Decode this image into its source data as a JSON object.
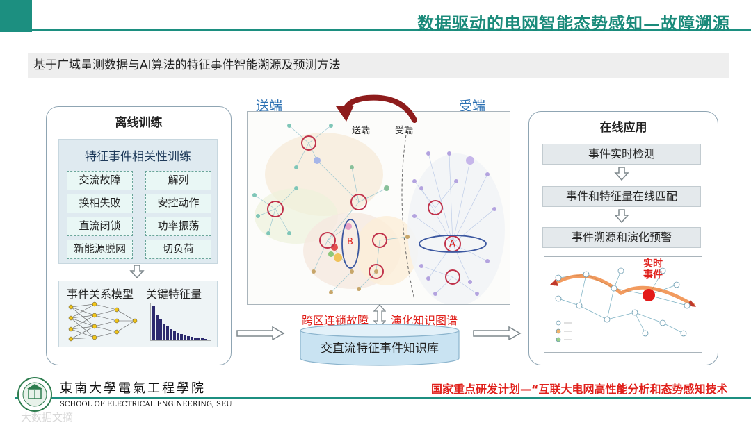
{
  "header": {
    "title": "数据驱动的电网智能态势感知—故障溯源",
    "subtitle": "基于广域量测数据与AI算法的特征事件智能溯源及预测方法"
  },
  "offline": {
    "title": "离线训练",
    "feature_title": "特征事件相关性训练",
    "tags": [
      "交流故障",
      "解列",
      "换相失败",
      "安控动作",
      "直流闭锁",
      "功率振荡",
      "新能源脱网",
      "切负荷"
    ],
    "model_label": "事件关系模型",
    "key_label": "关键特征量"
  },
  "center": {
    "send_label": "送端",
    "recv_label": "受端",
    "send_small": "送端",
    "recv_small": "受端",
    "cluster_a": "A",
    "cluster_b": "B",
    "cascade_label": "跨区连锁故障",
    "knowledge_graph_label": "演化知识图谱",
    "db_label": "交直流特征事件知识库"
  },
  "online": {
    "title": "在线应用",
    "steps": [
      "事件实时检测",
      "事件和特征量在线匹配",
      "事件溯源和演化预警"
    ],
    "realtime_label": "实时\n事件"
  },
  "footer": {
    "school_cn": "東南大學電氣工程學院",
    "school_en": "SCHOOL OF ELECTRICAL ENGINEERING, SEU",
    "project": "国家重点研发计划—“互联大电网高性能分析和态势感知技术",
    "watermark": "大数据文摘"
  },
  "colors": {
    "accent": "#1c8f80",
    "red": "#e0201b",
    "blue_label": "#2a6fb2"
  }
}
